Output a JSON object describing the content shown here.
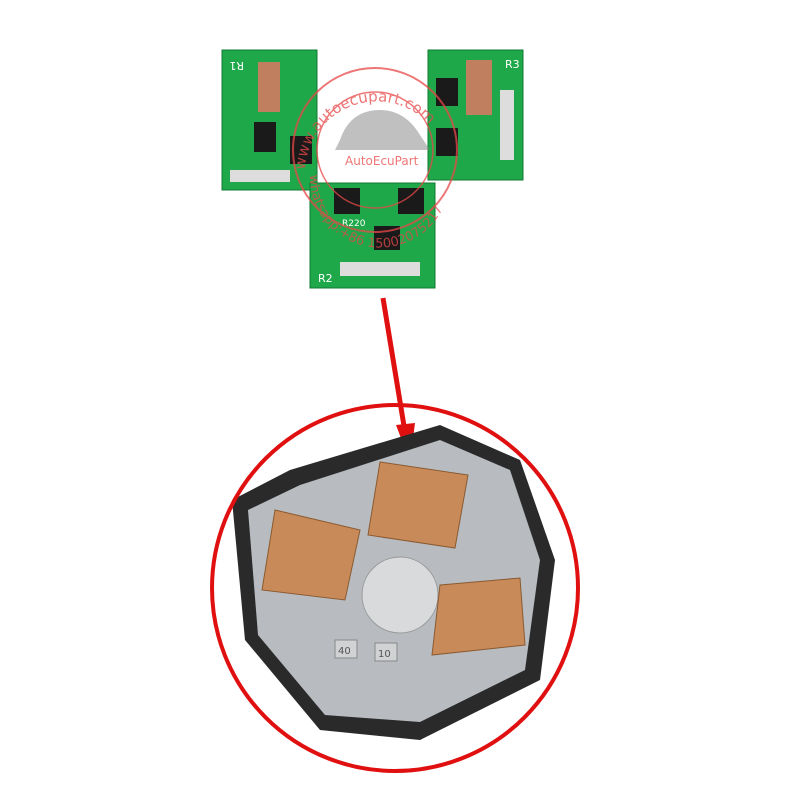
{
  "watermark": {
    "url": "www.autoecupart.com",
    "brand": "AutoEcuPart",
    "contact": "whatsapp:+86 15002075217",
    "color": "#e84848"
  },
  "boards": [
    {
      "label": "R1"
    },
    {
      "label": "R3"
    },
    {
      "label": "R2",
      "marking": "R220"
    }
  ],
  "housing_markings": [
    "40",
    "10"
  ],
  "colors": {
    "pcb_green": "#1fa84a",
    "copper_board": "#c98a5a",
    "arrow_red": "#e01010",
    "housing_grey": "#b8bcc0"
  }
}
